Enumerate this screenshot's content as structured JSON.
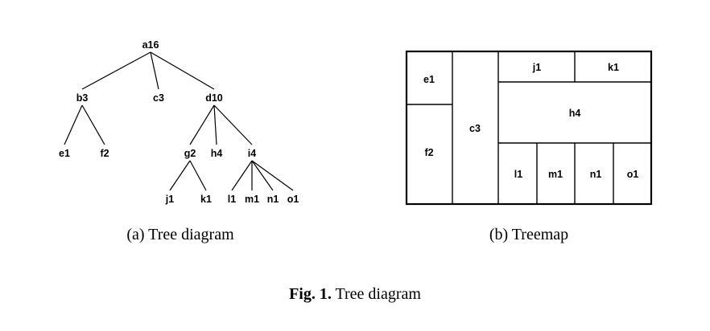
{
  "tree": {
    "nodes": {
      "a16": "a16",
      "b3": "b3",
      "c3": "c3",
      "d10": "d10",
      "e1": "e1",
      "f2": "f2",
      "g2": "g2",
      "h4": "h4",
      "i4": "i4",
      "j1": "j1",
      "k1": "k1",
      "l1": "l1",
      "m1": "m1",
      "n1": "n1",
      "o1": "o1"
    },
    "edges": [
      [
        "a16",
        "b3"
      ],
      [
        "a16",
        "c3"
      ],
      [
        "a16",
        "d10"
      ],
      [
        "b3",
        "e1"
      ],
      [
        "b3",
        "f2"
      ],
      [
        "d10",
        "g2"
      ],
      [
        "d10",
        "h4"
      ],
      [
        "d10",
        "i4"
      ],
      [
        "g2",
        "j1"
      ],
      [
        "g2",
        "k1"
      ],
      [
        "i4",
        "l1"
      ],
      [
        "i4",
        "m1"
      ],
      [
        "i4",
        "n1"
      ],
      [
        "i4",
        "o1"
      ]
    ],
    "caption": "(a) Tree diagram"
  },
  "treemap": {
    "cells": {
      "e1": "e1",
      "f2": "f2",
      "c3": "c3",
      "j1": "j1",
      "k1": "k1",
      "h4": "h4",
      "l1": "l1",
      "m1": "m1",
      "n1": "n1",
      "o1": "o1"
    },
    "caption": "(b) Treemap"
  },
  "figure_caption": {
    "prefix": "Fig. 1.",
    "text": " Tree diagram"
  }
}
